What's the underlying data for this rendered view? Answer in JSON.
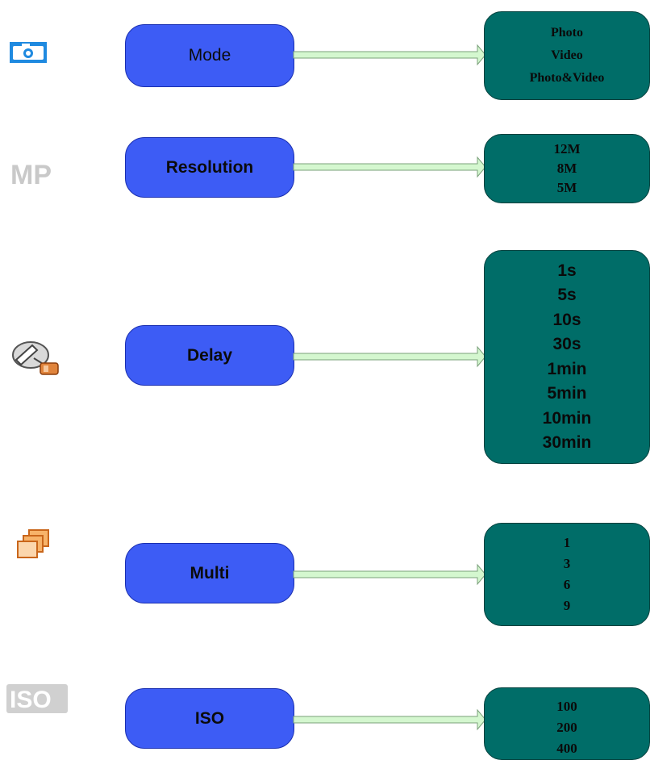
{
  "header": {
    "partial_text": ""
  },
  "rows": [
    {
      "key": "mode",
      "icon": "camera-icon",
      "label": "Mode",
      "options": [
        "Photo",
        "Video",
        "Photo&Video"
      ]
    },
    {
      "key": "resolution",
      "icon": "megapixel-icon",
      "label": "Resolution",
      "options": [
        "12M",
        "8M",
        "5M"
      ]
    },
    {
      "key": "delay",
      "icon": "delay-timer-icon",
      "label": "Delay",
      "options": [
        "1s",
        "5s",
        "10s",
        "30s",
        "1min",
        "5min",
        "10min",
        "30min"
      ]
    },
    {
      "key": "multi",
      "icon": "multi-shot-icon",
      "label": "Multi",
      "options": [
        "1",
        "3",
        "6",
        "9"
      ]
    },
    {
      "key": "iso",
      "icon": "iso-icon",
      "label": "ISO",
      "options": [
        "100",
        "200",
        "400"
      ]
    }
  ],
  "colors": {
    "menu_box": "#3d5cf5",
    "option_box": "#006d68",
    "arrow_fill": "#d4f7cf",
    "arrow_stroke": "#7aa07a"
  }
}
